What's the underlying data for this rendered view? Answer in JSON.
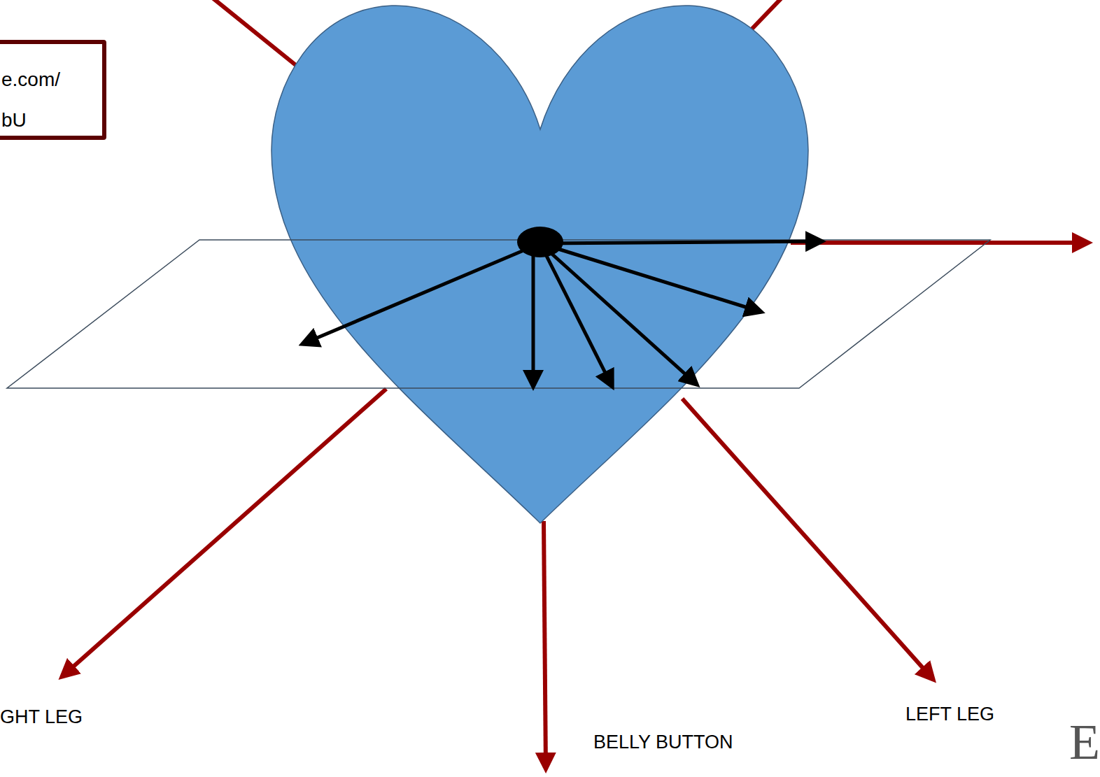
{
  "diagram": {
    "nodes": [
      {
        "text": [
          "e.com/ bU"
        ]
      }
    ],
    "labels": [
      "GHT LEG",
      "BELLY BUTTON",
      "LEFT LEG",
      "E"
    ]
  }
}
